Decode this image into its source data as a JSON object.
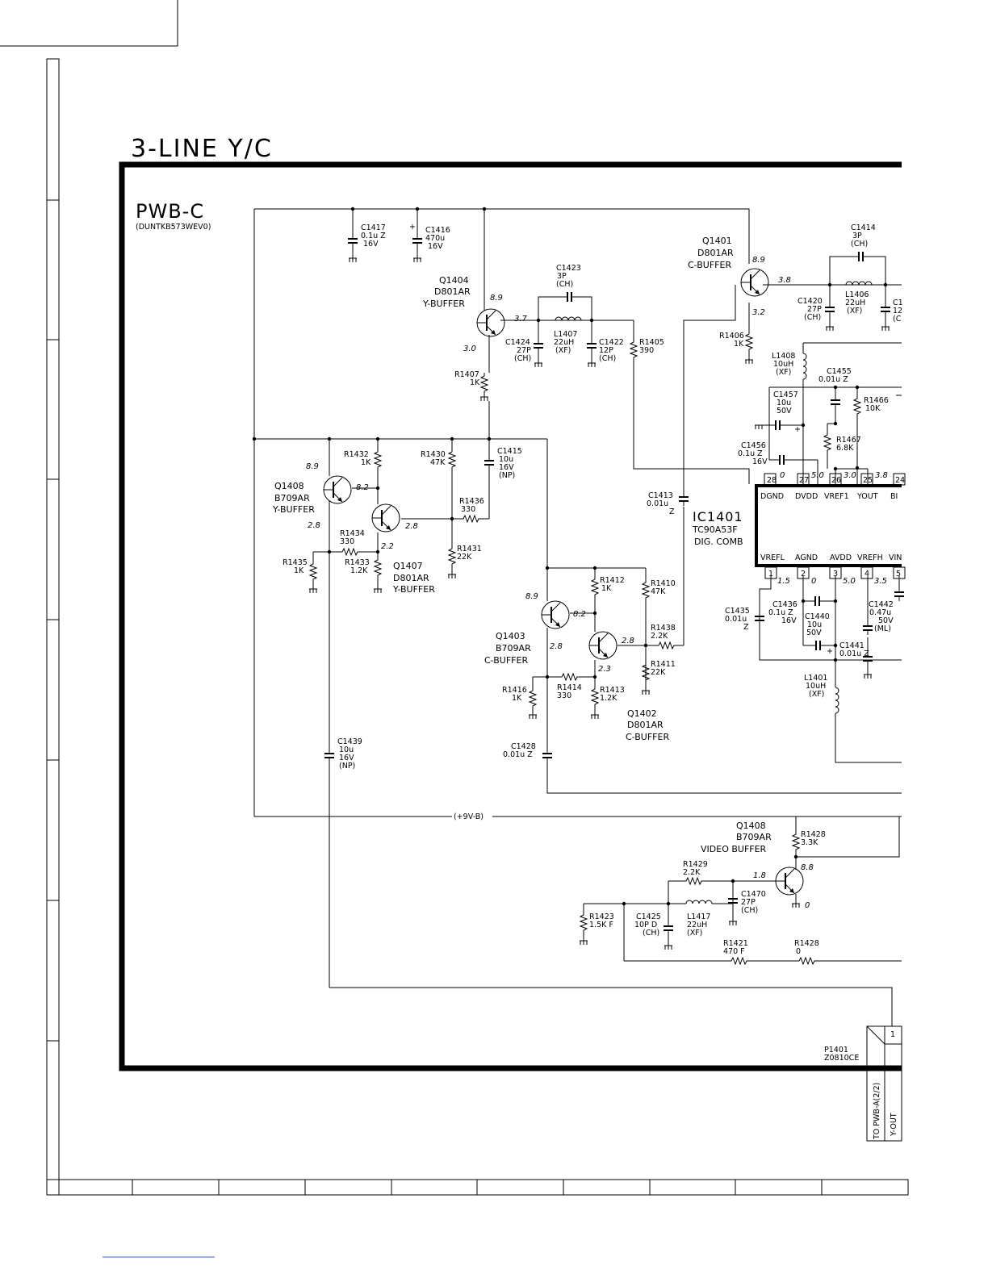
{
  "title": "3-LINE Y/C",
  "board": {
    "name": "PWB-C",
    "code": "(DUNTKB573WEV0)"
  },
  "ic": {
    "ref": "IC1401",
    "part": "TC90A53F",
    "func": "DIG. COMB",
    "top_pins": [
      {
        "num": "28",
        "name": "DGND",
        "v": "0"
      },
      {
        "num": "27",
        "name": "DVDD",
        "v": "5.0"
      },
      {
        "num": "26",
        "name": "VREF1",
        "v": "3.0"
      },
      {
        "num": "25",
        "name": "YOUT",
        "v": "3.8"
      },
      {
        "num": "24",
        "name": "BI"
      }
    ],
    "bottom_pins": [
      {
        "num": "1",
        "name": "VREFL",
        "v": "1.5"
      },
      {
        "num": "2",
        "name": "AGND",
        "v": "0"
      },
      {
        "num": "3",
        "name": "AVDD",
        "v": "5.0"
      },
      {
        "num": "4",
        "name": "VREFH",
        "v": "3.5"
      },
      {
        "num": "5",
        "name": "VIN"
      }
    ]
  },
  "transistors": {
    "q1401": {
      "ref": "Q1401",
      "part": "D801AR",
      "role": "C-BUFFER",
      "vc": "8.9",
      "ve": "3.8",
      "vb": "3.2"
    },
    "q1404": {
      "ref": "Q1404",
      "part": "D801AR",
      "role": "Y-BUFFER",
      "vc": "8.9",
      "ve": "3.7",
      "vb": "3.0"
    },
    "q1408a": {
      "ref": "Q1408",
      "part": "B709AR",
      "role": "Y-BUFFER",
      "v1": "8.9",
      "v2": "8.2",
      "v3": "2.8"
    },
    "q1407": {
      "ref": "Q1407",
      "part": "D801AR",
      "role": "Y-BUFFER",
      "v1": "2.8",
      "v2": "2.2"
    },
    "q1403": {
      "ref": "Q1403",
      "part": "B709AR",
      "role": "C-BUFFER",
      "v1": "8.9",
      "v2": "8.2",
      "v3": "2.8"
    },
    "q1402": {
      "ref": "Q1402",
      "part": "D801AR",
      "role": "C-BUFFER",
      "v1": "2.8",
      "v2": "2.3"
    },
    "q1408b": {
      "ref": "Q1408",
      "part": "B709AR",
      "role": "VIDEO BUFFER",
      "v1": "8.8",
      "v2": "1.8",
      "v3": "0"
    }
  },
  "components": {
    "c1417": [
      "C1417",
      "0.1u Z",
      "16V"
    ],
    "c1416": [
      "C1416",
      "470u",
      "16V"
    ],
    "c1414": [
      "C1414",
      "3P",
      "(CH)"
    ],
    "c1423": [
      "C1423",
      "3P",
      "(CH)"
    ],
    "c1424": [
      "C1424",
      "27P",
      "(CH)"
    ],
    "l1407": [
      "L1407",
      "22uH",
      "(XF)"
    ],
    "c1422": [
      "C1422",
      "12P",
      "(CH)"
    ],
    "r1405": [
      "R1405",
      "390"
    ],
    "r1407": [
      "R1407",
      "1K"
    ],
    "c1420": [
      "C1420",
      "27P",
      "(CH)"
    ],
    "l1406": [
      "L1406",
      "22uH",
      "(XF)"
    ],
    "c1421": [
      "C1",
      "12",
      "(C"
    ],
    "r1406": [
      "R1406",
      "1K"
    ],
    "l1408": [
      "L1408",
      "10uH",
      "(XF)"
    ],
    "c1455": [
      "C1455",
      "0.01u Z"
    ],
    "c1457": [
      "C1457",
      "10u",
      "50V"
    ],
    "r1466": [
      "R1466",
      "10K"
    ],
    "r1467": [
      "R1467",
      "6.8K"
    ],
    "c1456": [
      "C1456",
      "0.1u Z",
      "16V"
    ],
    "r1432": [
      "R1432",
      "1K"
    ],
    "r1430": [
      "R1430",
      "47K"
    ],
    "c1415": [
      "C1415",
      "10u",
      "16V",
      "(NP)"
    ],
    "r1436": [
      "R1436",
      "330"
    ],
    "r1434": [
      "R1434",
      "330"
    ],
    "r1435": [
      "R1435",
      "1K"
    ],
    "r1433": [
      "R1433",
      "1.2K"
    ],
    "r1431": [
      "R1431",
      "22K"
    ],
    "c1413": [
      "C1413",
      "0.01u",
      "Z"
    ],
    "r1412": [
      "R1412",
      "1K"
    ],
    "r1410": [
      "R1410",
      "47K"
    ],
    "r1438": [
      "R1438",
      "2.2K"
    ],
    "r1411": [
      "R1411",
      "22K"
    ],
    "r1416": [
      "R1416",
      "1K"
    ],
    "r1414": [
      "R1414",
      "330"
    ],
    "r1413": [
      "R1413",
      "1.2K"
    ],
    "c1435": [
      "C1435",
      "0.01u",
      "Z"
    ],
    "c1436": [
      "C1436",
      "0.1u Z",
      "16V"
    ],
    "c1440": [
      "C1440",
      "10u",
      "50V"
    ],
    "c1441": [
      "C1441",
      "0.01u Z"
    ],
    "c1442": [
      "C1442",
      "0.47u",
      "50V",
      "(ML)"
    ],
    "l1401": [
      "L1401",
      "10uH",
      "(XF)"
    ],
    "c1439": [
      "C1439",
      "10u",
      "16V",
      "(NP)"
    ],
    "c1428": [
      "C1428",
      "0.01u Z"
    ],
    "r1428a": [
      "R1428",
      "3.3K"
    ],
    "r1429": [
      "R1429",
      "2.2K"
    ],
    "c1470": [
      "C1470",
      "27P",
      "(CH)"
    ],
    "r1423": [
      "R1423",
      "1.5K F"
    ],
    "c1425": [
      "C1425",
      "10P D",
      "(CH)"
    ],
    "l1417": [
      "L1417",
      "22uH",
      "(XF)"
    ],
    "r1421": [
      "R1421",
      "470 F"
    ],
    "r1428b": [
      "R1428",
      "0"
    ]
  },
  "net_label": "(+9V-B)",
  "connector": {
    "ref": "P1401",
    "part": "Z0810CE",
    "pin": "1",
    "to": "TO PWB-A(2/2)",
    "signal": "Y-OUT"
  },
  "colors": {
    "ink": "#000000",
    "background": "#ffffff",
    "link_underline": "#3b5bdb"
  }
}
